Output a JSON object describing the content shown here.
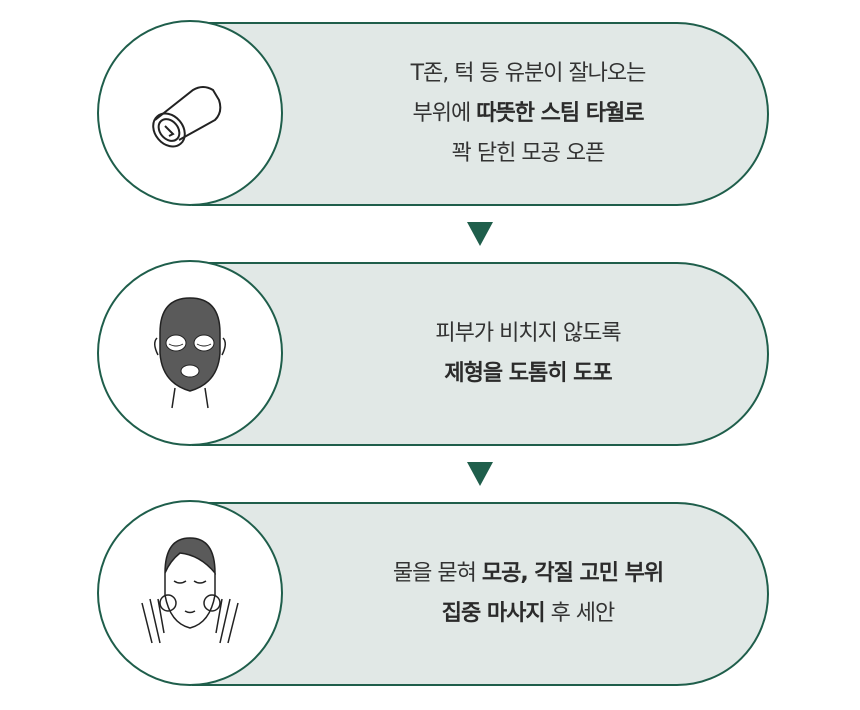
{
  "colors": {
    "accent": "#1f5e4b",
    "pill_bg": "#e1e8e6",
    "text": "#333333"
  },
  "steps": [
    {
      "icon": "rolled-towel-icon",
      "lines": [
        [
          {
            "t": "T존, 턱 등 유분이 잘나오는",
            "b": false
          }
        ],
        [
          {
            "t": "부위에 ",
            "b": false
          },
          {
            "t": "따뜻한 스팀 타월로",
            "b": true
          }
        ],
        [
          {
            "t": "꽉 닫힌 모공 오픈",
            "b": false
          }
        ]
      ]
    },
    {
      "icon": "face-mask-icon",
      "lines": [
        [
          {
            "t": "피부가 비치지 않도록",
            "b": false
          }
        ],
        [
          {
            "t": "제형을 도톰히 도포",
            "b": true
          }
        ]
      ]
    },
    {
      "icon": "face-washing-icon",
      "lines": [
        [
          {
            "t": "물을 묻혀 ",
            "b": false
          },
          {
            "t": "모공, 각질 고민 부위",
            "b": true
          }
        ],
        [
          {
            "t": "집중 마사지",
            "b": true
          },
          {
            "t": " 후 세안",
            "b": false
          }
        ]
      ]
    }
  ]
}
